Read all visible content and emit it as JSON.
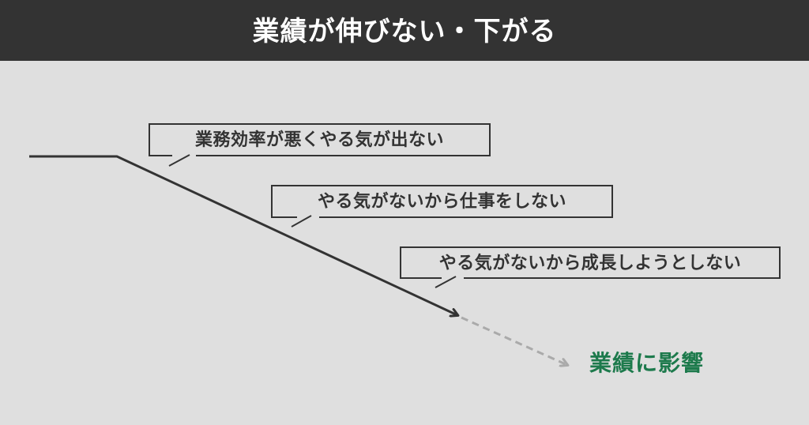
{
  "header": {
    "title": "業績が伸びない・下がる",
    "background_color": "#333333",
    "text_color": "#ffffff"
  },
  "diagram": {
    "background_color": "#dfdfdf",
    "line_color": "#333333",
    "dashed_line_color": "#aaaaaa",
    "callouts": [
      {
        "label": "業務効率が悪くやる気が出ない"
      },
      {
        "label": "やる気がないから仕事をしない"
      },
      {
        "label": "やる気がないから成長しようとしない"
      }
    ],
    "result": {
      "label": "業績に影響",
      "color": "#1d7a4c"
    }
  }
}
